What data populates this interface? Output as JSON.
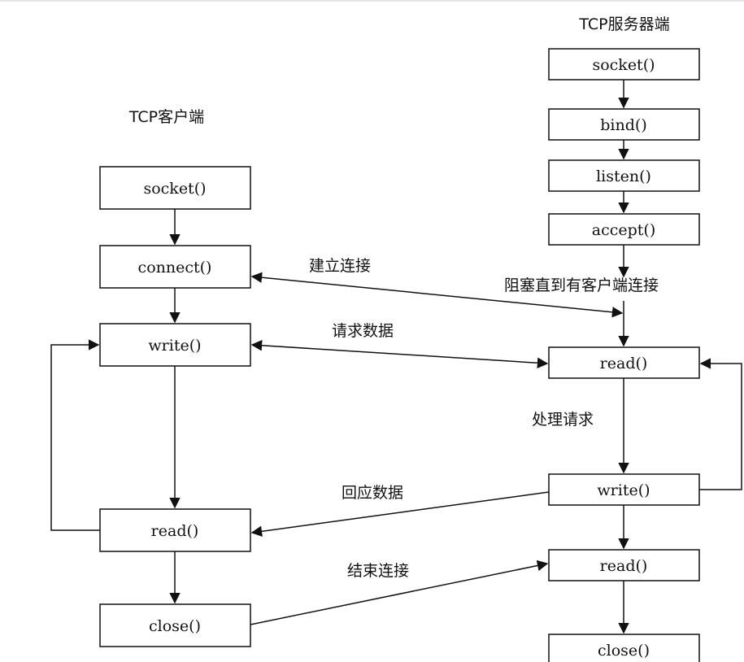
{
  "client": {
    "title": "TCP客户端",
    "socket": "socket()",
    "connect": "connect()",
    "write": "write()",
    "read": "read()",
    "close": "close()"
  },
  "server": {
    "title": "TCP服务器端",
    "socket": "socket()",
    "bind": "bind()",
    "listen": "listen()",
    "accept": "accept()",
    "read": "read()",
    "write": "write()",
    "read2": "read()",
    "close": "close()"
  },
  "labels": {
    "establish": "建立连接",
    "block": "阻塞直到有客户端连接",
    "request": "请求数据",
    "process": "处理请求",
    "response": "回应数据",
    "end": "结束连接"
  },
  "colors": {
    "line": "#111111",
    "box_fill": "#ffffff"
  }
}
